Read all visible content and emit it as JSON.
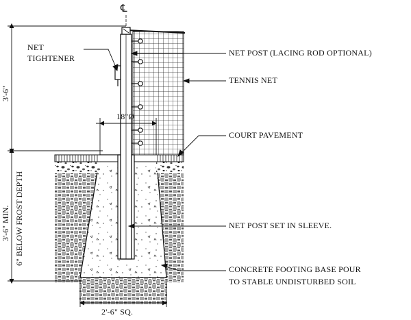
{
  "diagram": {
    "centerline": "℄",
    "labels": {
      "net_tightener_1": "NET",
      "net_tightener_2": "TIGHTENER",
      "net_post": "NET POST (LACING ROD OPTIONAL)",
      "tennis_net": "TENNIS NET",
      "court_pavement": "COURT PAVEMENT",
      "net_post_sleeve": "NET POST SET IN SLEEVE.",
      "footing_1": "CONCRETE FOOTING BASE POUR",
      "footing_2": "TO STABLE UNDISTURBED SOIL"
    },
    "dimensions": {
      "above_grade": "3'-6\"",
      "below_grade_min": "3'-6\" MIN.",
      "below_frost": "6\" BELOW FROST DEPTH",
      "sleeve_diameter": "18\"Ø",
      "footing_width": "2'-6\" SQ."
    }
  }
}
